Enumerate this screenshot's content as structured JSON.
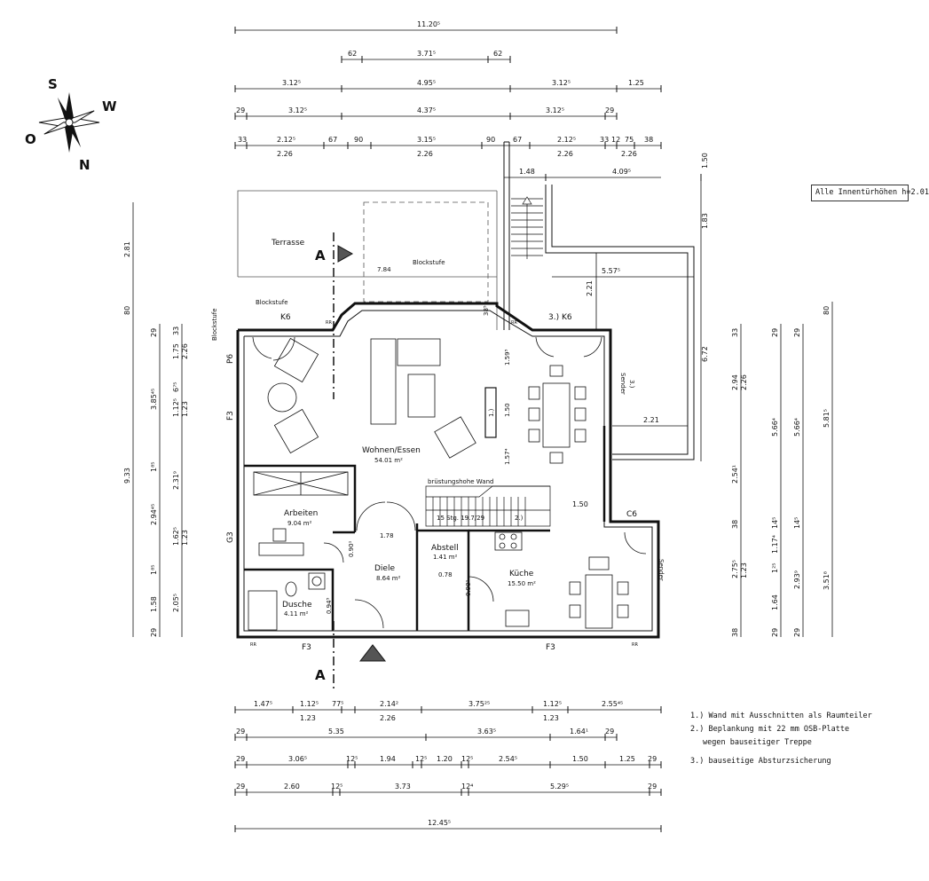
{
  "compass": {
    "s": "S",
    "w": "W",
    "n": "N",
    "o": "O"
  },
  "top_dims": {
    "r1": [
      "11.20⁵"
    ],
    "r2": [
      "62",
      "3.71⁵",
      "62"
    ],
    "r3": [
      "3.12⁵",
      "4.95⁵",
      "3.12⁵",
      "1.25"
    ],
    "r4": [
      "29",
      "3.12⁵",
      "4.37⁵",
      "3.12⁵",
      "29"
    ],
    "r5": [
      "33",
      "2.12⁵",
      "67",
      "90",
      "3.15⁵",
      "90",
      "67",
      "2.12⁵",
      "33",
      "12",
      "75",
      "38"
    ],
    "r5b": [
      "2.26",
      "2.26",
      "2.26",
      "2.26"
    ],
    "r6": [
      "1.48",
      "4.09⁵",
      "1.50"
    ]
  },
  "bottom_dims": {
    "r1": [
      "1.47⁵",
      "1.12⁵",
      "77⁵",
      "2.14²",
      "3.75²⁵",
      "1.12⁵",
      "2.55⁴⁵"
    ],
    "r1b": [
      "1.23",
      "2.26",
      "1.23"
    ],
    "r2": [
      "29",
      "5.35",
      "3.63⁵",
      "1.64¹",
      "29"
    ],
    "r3": [
      "29",
      "3.06⁵",
      "12⁵",
      "1.94",
      "12⁵",
      "1.20",
      "12⁵",
      "2.54⁵",
      "1.50",
      "1.25",
      "29"
    ],
    "r4": [
      "29",
      "2.60",
      "12⁵",
      "3.73",
      "12⁴",
      "5.29⁵",
      "29"
    ],
    "r5": [
      "12.45⁵"
    ]
  },
  "left_dims": {
    "outer": [
      "2.81",
      "80",
      "9.33"
    ],
    "c2": [
      "29",
      "3.85⁴⁵",
      "1⁸⁵",
      "2.94⁴⁵",
      "1⁸⁵",
      "1.58",
      "29"
    ],
    "c3": [
      "33",
      "1.75",
      "2.26",
      "6⁷⁵",
      "1.12⁵",
      "1.23",
      "2.31⁹",
      "1.62⁵",
      "1.23",
      "2.05⁵"
    ]
  },
  "right_dims": {
    "c1": [
      "33",
      "2.94",
      "2.26",
      "2.54¹",
      "38",
      "2.75⁵",
      "1.23",
      "38"
    ],
    "c2": [
      "29",
      "5.66⁴",
      "14⁵",
      "1.17⁴",
      "1²⁵",
      "1.64",
      "29"
    ],
    "c3": [
      "29",
      "5.66⁴",
      "14⁵",
      "2.93⁹",
      "29"
    ],
    "c4": [
      "80",
      "5.81⁵",
      "3.51⁸"
    ],
    "balcony": [
      "1.83",
      "6.72",
      "5.57⁵",
      "2.21",
      "2.21"
    ]
  },
  "rooms": {
    "terrace": "Terrasse",
    "living": {
      "name": "Wohnen/Essen",
      "area": "54.01 m²"
    },
    "study": {
      "name": "Arbeiten",
      "area": "9.04 m²"
    },
    "shower": {
      "name": "Dusche",
      "area": "4.11 m²"
    },
    "hall": {
      "name": "Diele",
      "area": "8.64 m²"
    },
    "storage": {
      "name": "Abstell",
      "area": "1.41 m²"
    },
    "kitchen": {
      "name": "Küche",
      "area": "15.50 m²"
    }
  },
  "labels": {
    "blockstufe": "Blockstufe",
    "k6": "K6",
    "k6_31": "3.) K6",
    "p6": "P6",
    "f3": "F3",
    "g3": "G3",
    "c6": "C6",
    "sender": "Sender",
    "sender_31": "3.)",
    "stairs": "15 Stg. 19.7/29",
    "brust": "brüstungshohe Wand",
    "wall_11": "1.)",
    "osb_21": "2.)",
    "dist_784": "7.84",
    "h_178": "1.78",
    "h_078": "0.78",
    "h_090": "0.90¹",
    "h_094": "0.94⁵",
    "h_150": "1.50",
    "h_159": "1.59⁵",
    "h_157": "1.57⁴",
    "h_150b": "1.50",
    "h_38": "38⁵",
    "section": "A",
    "rr": "RR"
  },
  "notes": {
    "info": "Alle Innentürhöhen h=2.01",
    "fn1": "1.) Wand mit Ausschnitten als Raumteiler",
    "fn2a": "2.) Beplankung mit 22 mm OSB-Platte",
    "fn2b": "wegen bauseitiger Treppe",
    "fn3": "3.) bauseitige Absturzsicherung"
  }
}
